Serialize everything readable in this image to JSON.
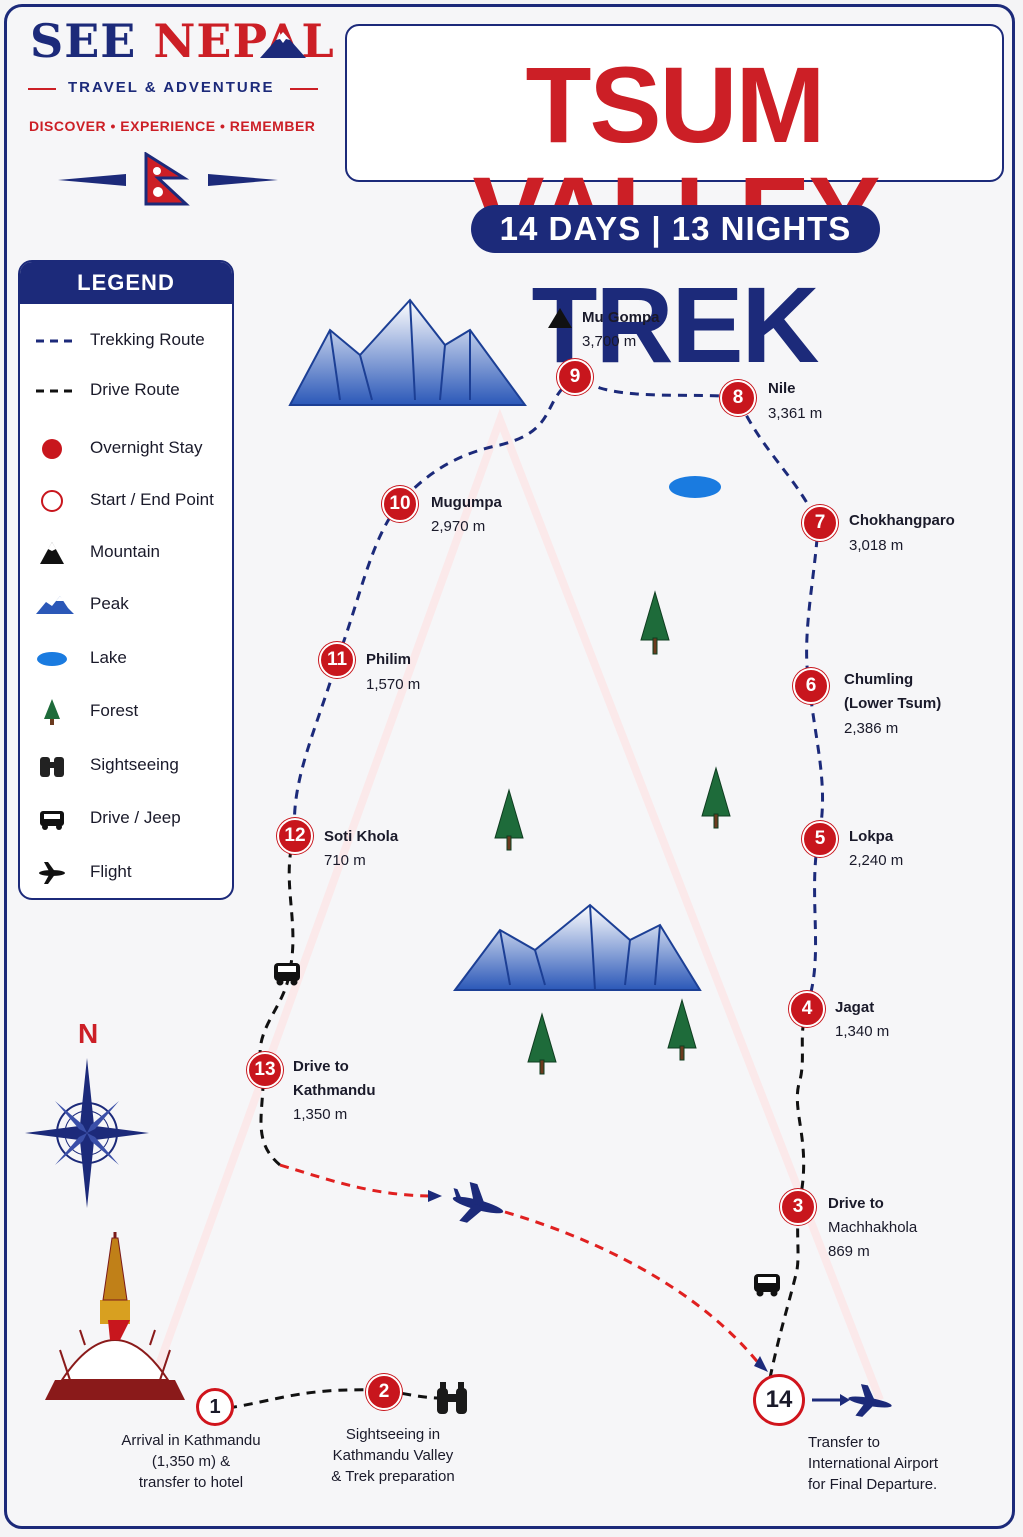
{
  "brand": {
    "see": "SEE",
    "nepal": "NEPAL",
    "tagline": "TRAVEL & ADVENTURE",
    "motto": "DISCOVER • EXPERIENCE • REMEMBER"
  },
  "title": {
    "part1": "TSUM VALLEY",
    "part2": "TREK",
    "duration": "14 DAYS | 13 NIGHTS"
  },
  "legend": {
    "heading": "LEGEND",
    "items": [
      {
        "label": "Trekking Route",
        "icon": "trekking-route-line"
      },
      {
        "label": "Drive Route",
        "icon": "drive-route-line"
      },
      {
        "label": "Overnight Stay",
        "icon": "overnight-stay-dot"
      },
      {
        "label": "Start / End Point",
        "icon": "start-end-ring"
      },
      {
        "label": "Mountain",
        "icon": "mountain-icon"
      },
      {
        "label": "Peak",
        "icon": "peak-icon"
      },
      {
        "label": "Lake",
        "icon": "lake-icon"
      },
      {
        "label": "Forest",
        "icon": "forest-icon"
      },
      {
        "label": "Sightseeing",
        "icon": "binoculars-icon"
      },
      {
        "label": "Drive / Jeep",
        "icon": "jeep-icon"
      },
      {
        "label": "Flight",
        "icon": "airplane-icon"
      }
    ]
  },
  "compass": {
    "north": "N"
  },
  "stops": [
    {
      "day": "1",
      "desc": [
        "Arrival in Kathmandu",
        "(1,350 m) &",
        "transfer to hotel"
      ]
    },
    {
      "day": "2",
      "desc": [
        "Sightseeing in",
        "Kathmandu Valley",
        "& Trek preparation"
      ]
    },
    {
      "day": "3",
      "name": [
        "Drive to",
        "Machhakhola"
      ],
      "alt": "869 m"
    },
    {
      "day": "4",
      "name": [
        "Jagat"
      ],
      "alt": "1,340 m"
    },
    {
      "day": "5",
      "name": [
        "Lokpa"
      ],
      "alt": "2,240 m"
    },
    {
      "day": "6",
      "name": [
        "Chumling",
        "(Lower Tsum)"
      ],
      "alt": "2,386 m"
    },
    {
      "day": "7",
      "name": [
        "Chokhangparo"
      ],
      "alt": "3,018 m"
    },
    {
      "day": "8",
      "name": [
        "Nile"
      ],
      "alt": "3,361 m"
    },
    {
      "day": "9",
      "name": [],
      "alt": ""
    },
    {
      "day": "10",
      "name": [
        "Mugumpa"
      ],
      "alt": "2,970 m"
    },
    {
      "day": "11",
      "name": [
        "Philim"
      ],
      "alt": "1,570 m"
    },
    {
      "day": "12",
      "name": [
        "Soti Khola"
      ],
      "alt": "710 m"
    },
    {
      "day": "13",
      "name": [
        "Drive to",
        "Kathmandu"
      ],
      "alt": "1,350 m"
    },
    {
      "day": "14",
      "desc": [
        "Transfer to",
        "International Airport",
        "for Final Departure."
      ]
    }
  ],
  "landmarks": {
    "mu_gompa": {
      "name": "Mu Gompa",
      "alt": "3,700 m"
    }
  },
  "colors": {
    "navy": "#1c2a7a",
    "red": "#cc1f26",
    "route_trek": "#1c2a7a",
    "route_drive": "#111111",
    "route_flight": "#e02020"
  }
}
